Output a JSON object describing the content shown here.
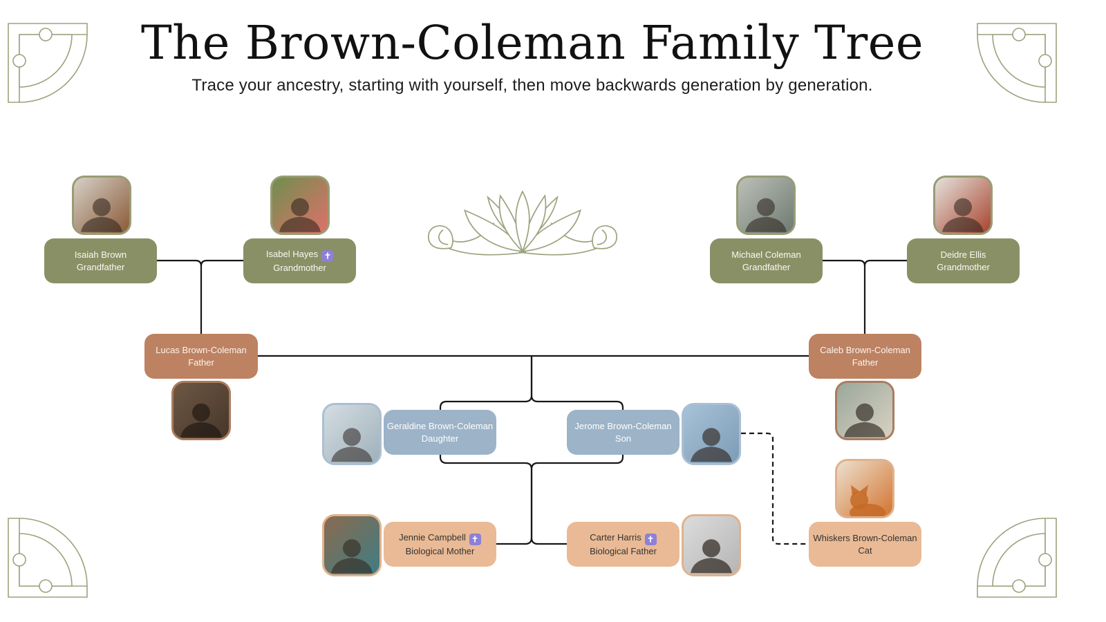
{
  "header": {
    "title": "The Brown-Coleman Family Tree",
    "subtitle": "Trace your ancestry, starting with yourself, then move backwards generation by generation."
  },
  "palette": {
    "grandparent": "#8a9065",
    "parent": "#bd8262",
    "child": "#9cb3c8",
    "biological": "#e9ba95",
    "badge": "#8d80d8",
    "ornament": "#9aa37c",
    "connector": "#161616"
  },
  "icons": {
    "deceased_badge": "latin-cross-icon",
    "corner": "corner-flourish-icon",
    "divider": "lotus-icon"
  },
  "people": {
    "isaiah": {
      "name": "Isaiah Brown",
      "role": "Grandfather",
      "photo": [
        "#d6d0c6",
        "#8a5a38"
      ]
    },
    "isabel": {
      "name": "Isabel Hayes",
      "role": "Grandmother",
      "deceased": true,
      "photo": [
        "#6f8f4f",
        "#e0706a"
      ]
    },
    "michael": {
      "name": "Michael Coleman",
      "role": "Grandfather",
      "photo": [
        "#bcc0b7",
        "#6f7a72"
      ]
    },
    "deidre": {
      "name": "Deidre Ellis",
      "role": "Grandmother",
      "photo": [
        "#e5e2dc",
        "#a8442f"
      ]
    },
    "lucas": {
      "name": "Lucas Brown-Coleman",
      "role": "Father",
      "photo": [
        "#6e5844",
        "#46362a"
      ]
    },
    "caleb": {
      "name": "Caleb Brown-Coleman",
      "role": "Father",
      "photo": [
        "#9aa79b",
        "#d9d2c2"
      ]
    },
    "geraldine": {
      "name": "Geraldine Brown-Coleman",
      "role": "Daughter",
      "photo": [
        "#d4dde2",
        "#9fb0ba"
      ]
    },
    "jerome": {
      "name": "Jerome Brown-Coleman",
      "role": "Son",
      "photo": [
        "#a7c2d8",
        "#7d9cb5"
      ]
    },
    "jennie": {
      "name": "Jennie Campbell",
      "role": "Biological Mother",
      "deceased": true,
      "photo": [
        "#8a6a4f",
        "#3f7d83"
      ]
    },
    "carter": {
      "name": "Carter Harris",
      "role": "Biological Father",
      "deceased": true,
      "photo": [
        "#dcdcdc",
        "#b5b5b5"
      ]
    },
    "whiskers": {
      "name": "Whiskers Brown-Coleman",
      "role": "Cat",
      "photo": [
        "#ece0cf",
        "#d3742f"
      ]
    }
  }
}
